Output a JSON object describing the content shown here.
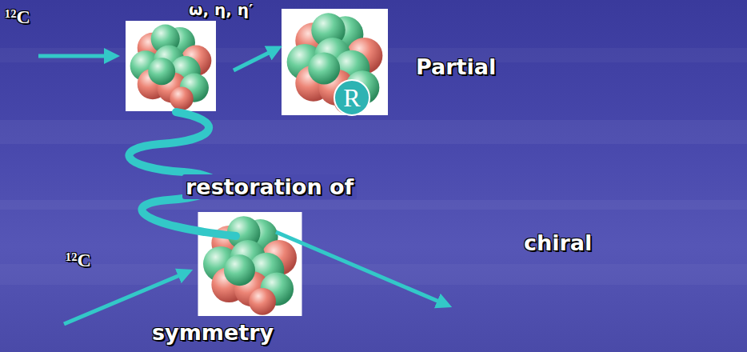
{
  "diagram": {
    "nodes": [
      {
        "text": [
          "R"
        ]
      }
    ],
    "labels": [
      "¹²C",
      "ω, η, η′",
      "Partial",
      "restoration of",
      "chiral",
      "¹²C",
      "symmetry"
    ]
  }
}
